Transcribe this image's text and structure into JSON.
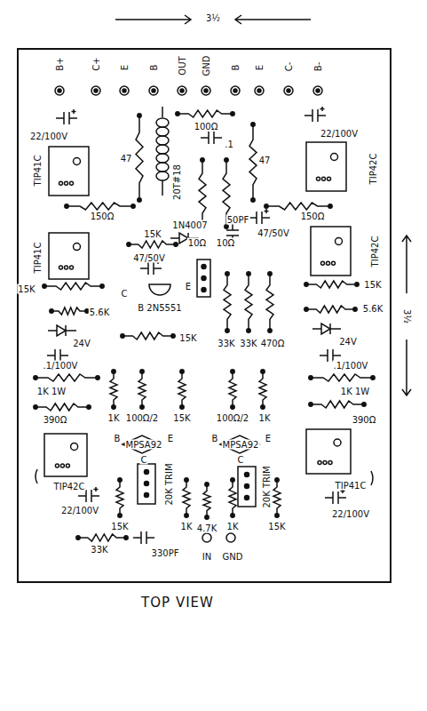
{
  "diagram": {
    "caption": "TOP VIEW",
    "labels": [
      "3½",
      "3½",
      "B+",
      "C+",
      "E",
      "B",
      "OUT",
      "GND",
      "B",
      "E",
      "C-",
      "B-",
      "22/100V",
      "100Ω",
      ".1",
      "22/100V",
      "47",
      "20T#18",
      "47",
      "TIP41C",
      "TIP42C",
      "150Ω",
      "150Ω",
      "10Ω",
      "10Ω",
      "15K",
      "1N4007",
      "50PF",
      "47/50V",
      "TIP41C",
      "TIP42C",
      "47/50V",
      "15K",
      "C",
      "E",
      "B 2N5551",
      "15K",
      "5.6K",
      "5.6K",
      "24V",
      "24V",
      "15K",
      "33K",
      "33K",
      "470Ω",
      ".1/100V",
      ".1/100V",
      "1K 1W",
      "1K 1W",
      "390Ω",
      "1K",
      "100Ω/2",
      "15K",
      "100Ω/2",
      "1K",
      "390Ω",
      "B",
      "MPSA92",
      "E",
      "C",
      "B",
      "MPSA92",
      "E",
      "C",
      "TIP42C",
      "TIP41C",
      "22/100V",
      "22/100V",
      "20K TRIM",
      "20K TRIM",
      "15K",
      "1K",
      "4.7K",
      "1K",
      "15K",
      "33K",
      "330PF",
      "IN",
      "GND"
    ]
  }
}
